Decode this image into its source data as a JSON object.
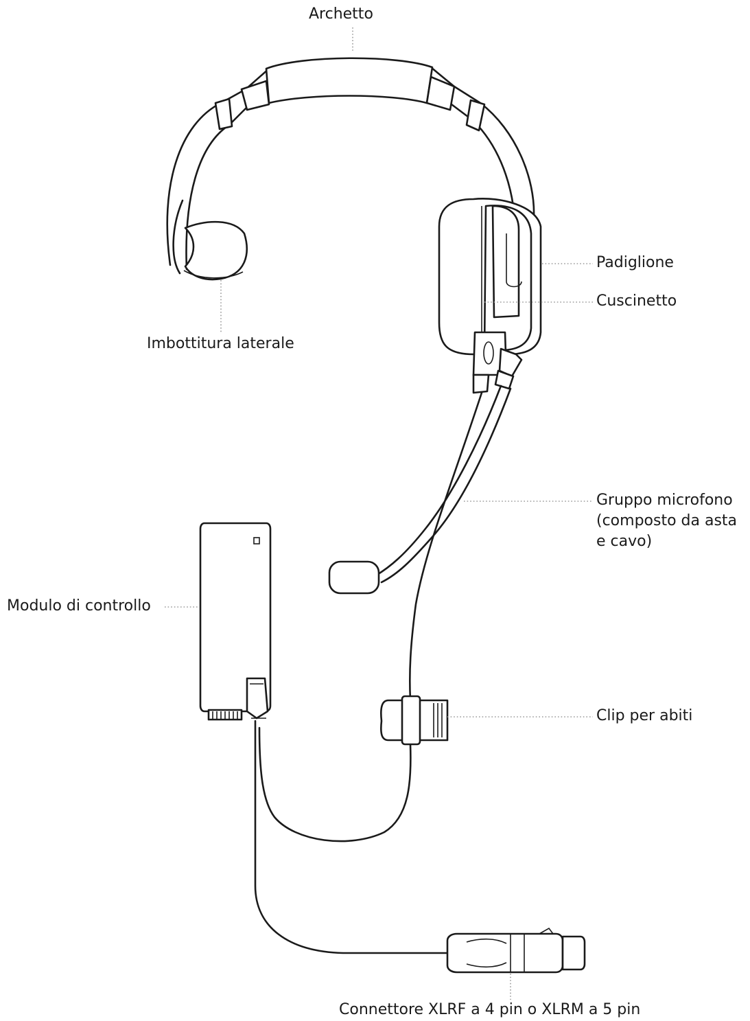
{
  "labels": {
    "headband": "Archetto",
    "side_pad": "Imbottitura laterale",
    "earcup": "Padiglione",
    "ear_cushion": "Cuscinetto",
    "mic_line1": "Gruppo microfono",
    "mic_line2": "(composto da asta",
    "mic_line3": "e cavo)",
    "control_module": "Modulo di controllo",
    "clothing_clip": "Clip per abiti",
    "connector": "Connettore XLRF a 4 pin o XLRM a 5 pin"
  },
  "colors": {
    "ink": "#1a1a1a",
    "leader": "#9a9a9a",
    "background": "#ffffff"
  }
}
